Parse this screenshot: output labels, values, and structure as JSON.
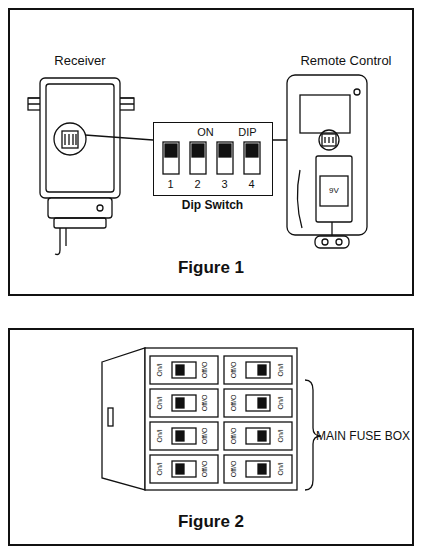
{
  "diagram": {
    "nodes": [
      {
        "text": [
          "Figure 1"
        ]
      },
      {
        "text": [
          "ON",
          "DIP",
          "1",
          "2",
          "3",
          "4",
          "Dip Switch"
        ],
        "in": 0
      },
      {
        "text": [
          "Figure 2"
        ]
      }
    ],
    "labels": [
      "Receiver",
      "Remote Control",
      "9V",
      "On/I",
      "Off/O",
      "Off/O",
      "On/I",
      "On/I",
      "Off/O",
      "Off/O",
      "On/I",
      "On/I",
      "Off/O",
      "Off/O",
      "On/I",
      "On/I",
      "Off/O",
      "Off/O",
      "On/I",
      "MAIN FUSE BOX"
    ]
  }
}
